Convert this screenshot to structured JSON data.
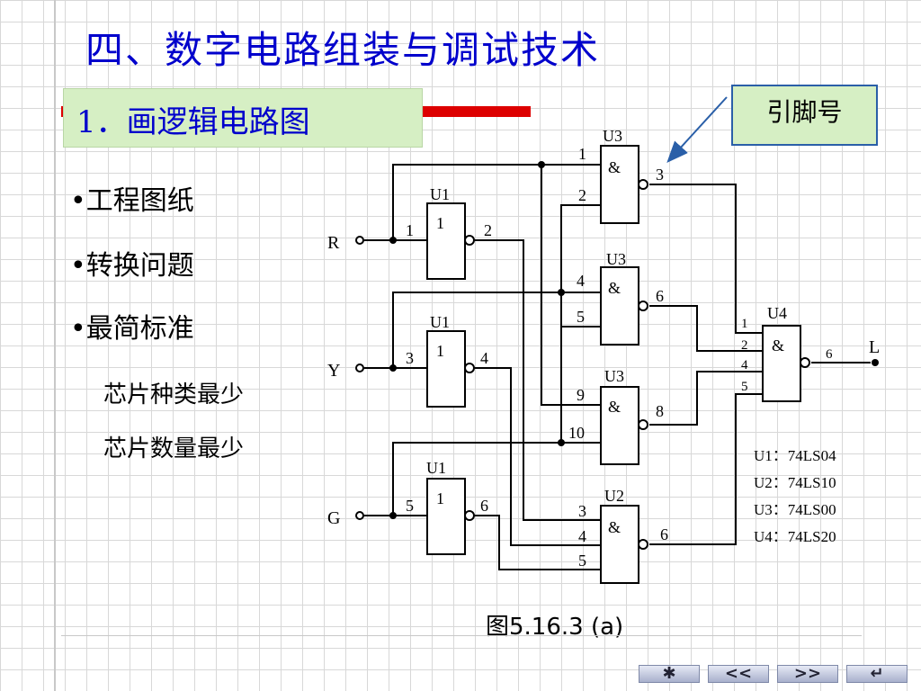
{
  "slide": {
    "title": "四、数字电路组装与调试技术",
    "section": "1．画逻辑电路图",
    "bullets": [
      "•工程图纸",
      "•转换问题",
      "•最简标准"
    ],
    "sub_items": [
      "芯片种类最少",
      "芯片数量最少"
    ],
    "callout": "引脚号",
    "caption": "图5.16.3 (a)"
  },
  "diagram": {
    "inputs": [
      "R",
      "Y",
      "G"
    ],
    "output": "L",
    "gate_labels": {
      "u1a": "U1",
      "u1b": "U1",
      "u1c": "U1",
      "u3a": "U3",
      "u3b": "U3",
      "u3c": "U3",
      "u2": "U2",
      "u4": "U4"
    },
    "symbols": {
      "not": "1",
      "and": "&"
    },
    "pins": {
      "u1a_in": "1",
      "u1a_out": "2",
      "u1b_in": "3",
      "u1b_out": "4",
      "u1c_in": "5",
      "u1c_out": "6",
      "u3a_in1": "1",
      "u3a_in2": "2",
      "u3a_out": "3",
      "u3b_in1": "4",
      "u3b_in2": "5",
      "u3b_out": "6",
      "u3c_in1": "9",
      "u3c_in2": "10",
      "u3c_out": "8",
      "u2_in1": "3",
      "u2_in2": "4",
      "u2_in3": "5",
      "u2_out": "6",
      "u4_in1": "1",
      "u4_in2": "2",
      "u4_in3": "4",
      "u4_in4": "5",
      "u4_out": "6"
    },
    "legend": [
      "U1：74LS04",
      "U2：74LS10",
      "U3：74LS00",
      "U4：74LS20"
    ]
  },
  "nav": {
    "home": "✱",
    "prev": "<<",
    "next": ">>",
    "back": "↵"
  },
  "colors": {
    "title": "#0000cc",
    "section_bg": "#d6efc4",
    "accent_bar": "#dd0000",
    "callout_border": "#2a5fa8"
  }
}
